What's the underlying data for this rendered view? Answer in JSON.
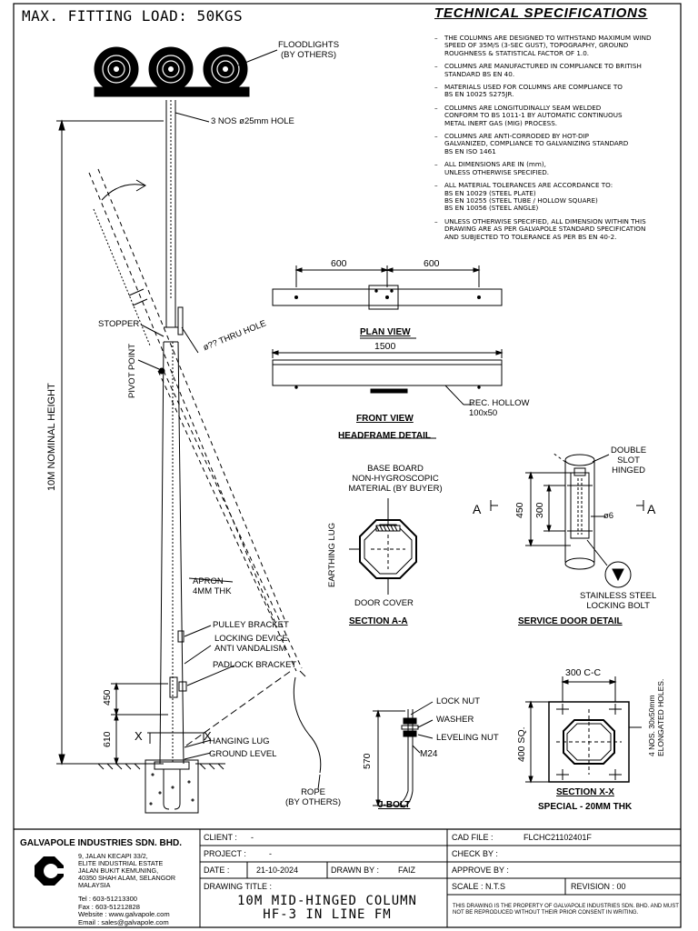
{
  "title": "MAX. FITTING LOAD: 50KGS",
  "specs": {
    "heading": "TECHNICAL SPECIFICATIONS",
    "items": [
      [
        "THE COLUMNS ARE DESIGNED TO WITHSTAND MAXIMUM WIND",
        "SPEED OF 35M/S (3-SEC GUST), TOPOGRAPHY, GROUND",
        "ROUGHNESS & STATISTICAL FACTOR OF 1.0."
      ],
      [
        "COLUMNS ARE MANUFACTURED IN COMPLIANCE TO BRITISH",
        "STANDARD BS EN 40."
      ],
      [
        "MATERIALS USED FOR COLUMNS ARE COMPLIANCE TO",
        "BS EN 10025 S275JR."
      ],
      [
        "COLUMNS ARE LONGITUDINALLY SEAM WELDED",
        "CONFORM TO BS 1011-1 BY AUTOMATIC CONTINUOUS",
        "METAL INERT GAS (MIG) PROCESS."
      ],
      [
        "COLUMNS ARE ANTI-CORRODED BY HOT-DIP",
        "GALVANIZED, COMPLIANCE TO GALVANIZING STANDARD",
        "BS EN ISO 1461"
      ],
      [
        "ALL DIMENSIONS ARE IN (mm),",
        "UNLESS OTHERWISE SPECIFIED."
      ],
      [
        "ALL MATERIAL TOLERANCES ARE ACCORDANCE TO:",
        "BS EN 10029 (STEEL PLATE)",
        "BS EN 10255 (STEEL TUBE / HOLLOW SQUARE)",
        "BS EN 10056 (STEEL ANGLE)"
      ],
      [
        "UNLESS OTHERWISE SPECIFIED, ALL DIMENSION WITHIN THIS",
        "DRAWING ARE AS PER GALVAPOLE STANDARD SPECIFICATION",
        "AND SUBJECTED TO TOLERANCE AS PER BS EN 40-2."
      ]
    ]
  },
  "column_labels": {
    "floodlights": [
      "FLOODLIGHTS",
      "(BY OTHERS)"
    ],
    "holes": "3 NOS ø25mm HOLE",
    "stopper": "STOPPER",
    "pivot": "PIVOT POINT",
    "thru_hole": "ø?? THRU HOLE",
    "nominal_height": "10M NOMINAL HEIGHT",
    "apron": [
      "APRON",
      "4MM THK"
    ],
    "pulley": "PULLEY BRACKET",
    "locking": [
      "LOCKING DEVICE",
      "ANTI VANDALISM"
    ],
    "padlock": "PADLOCK BRACKET",
    "hanging_lug": "HANGING LUG",
    "ground_level": "GROUND LEVEL",
    "rope": [
      "ROPE",
      "(BY OTHERS)"
    ],
    "dim_450": "450",
    "dim_610": "610",
    "section_mark": "X"
  },
  "headframe": {
    "dim_600_left": "600",
    "dim_600_right": "600",
    "plan_view": "PLAN VIEW",
    "dim_1500": "1500",
    "rec_hollow": [
      "REC. HOLLOW",
      "100x50"
    ],
    "front_view": "FRONT VIEW",
    "detail_title": "HEADFRAME DETAIL"
  },
  "section_aa": {
    "base_board": [
      "BASE BOARD",
      "NON-HYGROSCOPIC",
      "MATERIAL (BY BUYER)"
    ],
    "earthing_lug": "EARTHING LUG",
    "door_cover": "DOOR COVER",
    "title": "SECTION A-A"
  },
  "service_door": {
    "hinge": [
      "DOUBLE",
      "SLOT",
      "HINGED"
    ],
    "mark_a": "A",
    "dim_450": "450",
    "dim_300": "300",
    "dim_phi6": "ø6",
    "locking_bolt": [
      "STAINLESS STEEL",
      "LOCKING BOLT"
    ],
    "title": "SERVICE DOOR DETAIL"
  },
  "jbolt": {
    "lock_nut": "LOCK NUT",
    "washer": "WASHER",
    "leveling_nut": "LEVELING NUT",
    "m24": "M24",
    "dim_570": "570",
    "title": "J-BOLT"
  },
  "section_xx": {
    "dim_300cc": "300 C-C",
    "dim_400sq": "400 SQ.",
    "holes_note": [
      "4 NOS. 30x50mm",
      "ELONGATED HOLES."
    ],
    "title": "SECTION X-X",
    "subtitle": "SPECIAL - 20MM THK"
  },
  "title_block": {
    "company": "GALVAPOLE INDUSTRIES SDN. BHD.",
    "address": [
      "9, JALAN KECAPI 33/2,",
      "ELITE INDUSTRIAL ESTATE",
      "JALAN BUKIT KEMUNING,",
      "40350 SHAH ALAM, SELANGOR",
      "MALAYSIA"
    ],
    "contact": [
      "Tel : 603-51213300",
      "Fax : 603-51212828",
      "Website : www.galvapole.com",
      "Email : sales@galvapole.com"
    ],
    "client_label": "CLIENT :",
    "client_value": "-",
    "project_label": "PROJECT :",
    "project_value": "-",
    "date_label": "DATE :",
    "date_value": "21-10-2024",
    "drawn_label": "DRAWN BY :",
    "drawn_value": "FAIZ",
    "drawing_title_label": "DRAWING TITLE :",
    "drawing_title": [
      "10M MID-HINGED COLUMN",
      "HF-3 IN LINE FM"
    ],
    "cad_label": "CAD FILE :",
    "cad_value": "FLCHC21102401F",
    "check_label": "CHECK BY :",
    "approve_label": "APPROVE BY :",
    "scale_label": "SCALE : N.T.S",
    "revision_label": "REVISION : 00",
    "disclaimer": "THIS DRAWING IS THE PROPERTY OF GALVAPOLE INDUSTRIES SDN. BHD. AND MUST NOT BE REPRODUCED WITHOUT THEIR PRIOR CONSENT IN WRITING."
  }
}
